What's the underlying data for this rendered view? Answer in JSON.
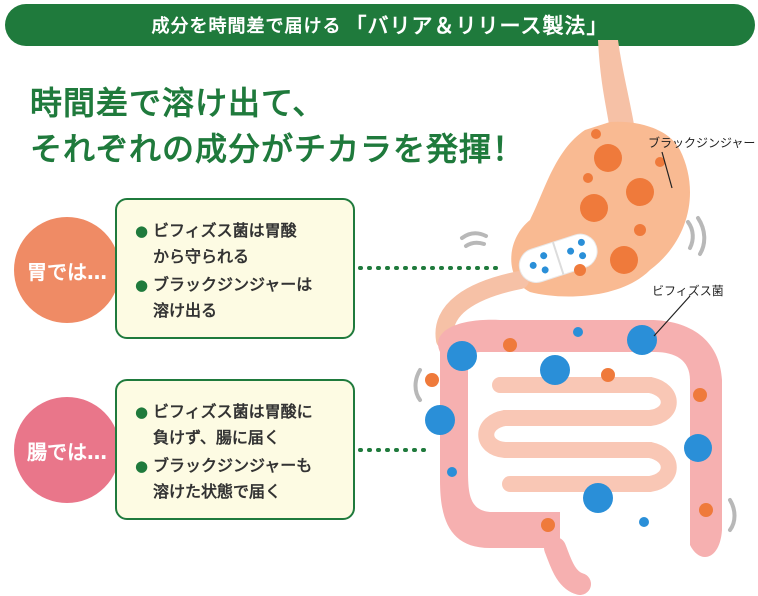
{
  "banner": {
    "sub": "成分を時間差で届ける",
    "main": "「バリア＆リリース製法」"
  },
  "headline": {
    "line1": "時間差で溶け出て、",
    "line2": "それぞれの成分がチカラを発揮！"
  },
  "stomach_section": {
    "label": "胃では…",
    "points": [
      "ビフィズス菌は胃酸\nから守られる",
      "ブラックジンジャーは\n溶け出る"
    ]
  },
  "intestine_section": {
    "label": "腸では…",
    "points": [
      "ビフィズス菌は胃酸に\n負けず、腸に届く",
      "ブラックジンジャーも\n溶けた状態で届く"
    ]
  },
  "callouts": {
    "black_ginger": "ブラックジンジャー",
    "bifidobacteria": "ビフィズス菌"
  },
  "colors": {
    "brand_green": "#1f7a3c",
    "stomach_circle": "#ef8b65",
    "intestine_circle": "#e9768a",
    "box_fill": "#fdfbe3",
    "organ_pink": "#f6b0b0",
    "ginger_orange": "#ef7a3b",
    "bifido_blue": "#2a8fd8"
  }
}
